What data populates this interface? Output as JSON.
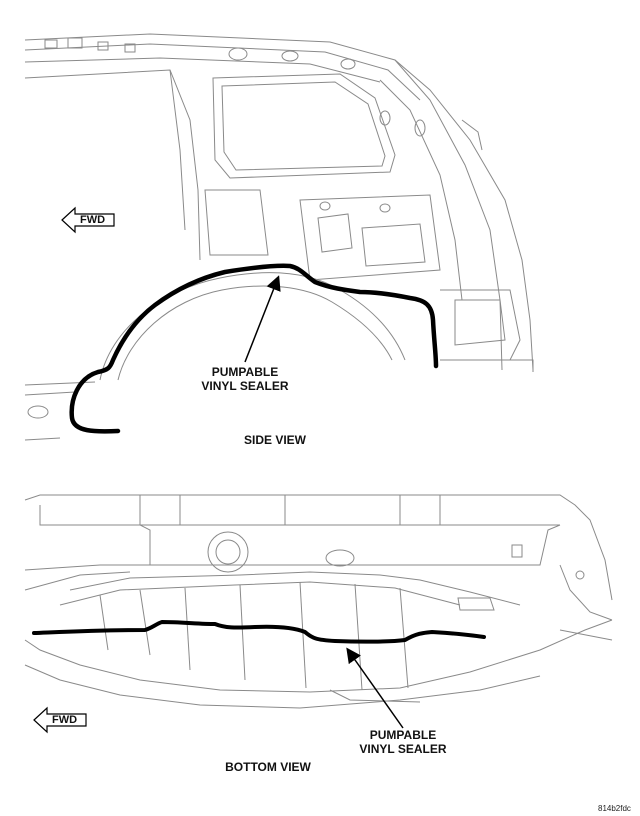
{
  "side_view": {
    "fwd_label": "FWD",
    "callout_line1": "PUMPABLE",
    "callout_line2": "VINYL SEALER",
    "caption": "SIDE VIEW"
  },
  "bottom_view": {
    "fwd_label": "FWD",
    "callout_line1": "PUMPABLE",
    "callout_line2": "VINYL SEALER",
    "caption": "BOTTOM VIEW"
  },
  "doc_id": "814b2fdc",
  "colors": {
    "line": "#8a8a8a",
    "sealer": "#000000",
    "text": "#111111"
  }
}
